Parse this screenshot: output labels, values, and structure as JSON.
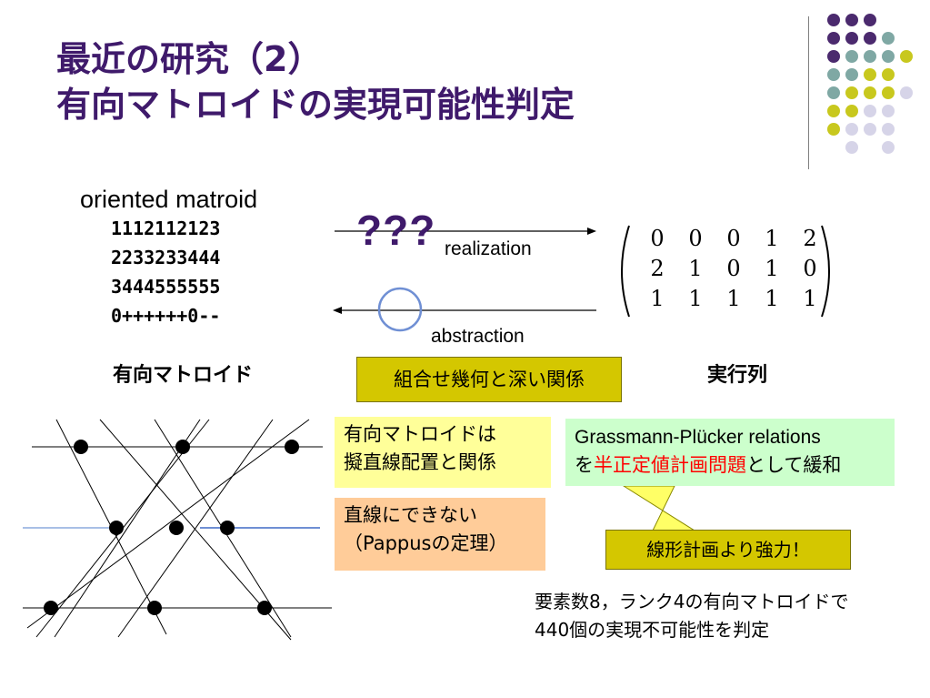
{
  "slide": {
    "title_line1": "最近の研究（2）",
    "title_line2": "有向マトロイドの実現可能性判定",
    "colors": {
      "title": "#3f1a6b",
      "purple_dot": "#4b2a6e",
      "teal_dot": "#7fa8a4",
      "olive_dot": "#c8c81e",
      "lavender_dot": "#d6d4e8"
    }
  },
  "oriented_matroid": {
    "heading": "oriented matroid",
    "rows": [
      "1112112123",
      "2233233444",
      "3444555555",
      "0++++++0--"
    ],
    "caption": "有向マトロイド"
  },
  "arrows": {
    "unknown": "???",
    "realization_label": "realization",
    "abstraction_label": "abstraction"
  },
  "matrix": {
    "rows": [
      [
        "0",
        "0",
        "0",
        "1",
        "2"
      ],
      [
        "2",
        "1",
        "0",
        "1",
        "0"
      ],
      [
        "1",
        "1",
        "1",
        "1",
        "1"
      ]
    ],
    "caption": "実行列"
  },
  "boxes": {
    "combinatorial": "組合せ幾何と深い関係",
    "pseudoline_line1": "有向マトロイドは",
    "pseudoline_line2": "擬直線配置と関係",
    "pappus_line1": "直線にできない",
    "pappus_line2": "（Pappusの定理）",
    "gp_line1": "Grassmann-Plücker relations",
    "gp_line2_prefix": "を",
    "gp_line2_red": "半正定値計画問題",
    "gp_line2_suffix": "として緩和",
    "stronger": "線形計画より強力！"
  },
  "result": {
    "line1": "要素数8，ランク4の有向マトロイドで",
    "line2": "440個の実現不可能性を判定"
  }
}
